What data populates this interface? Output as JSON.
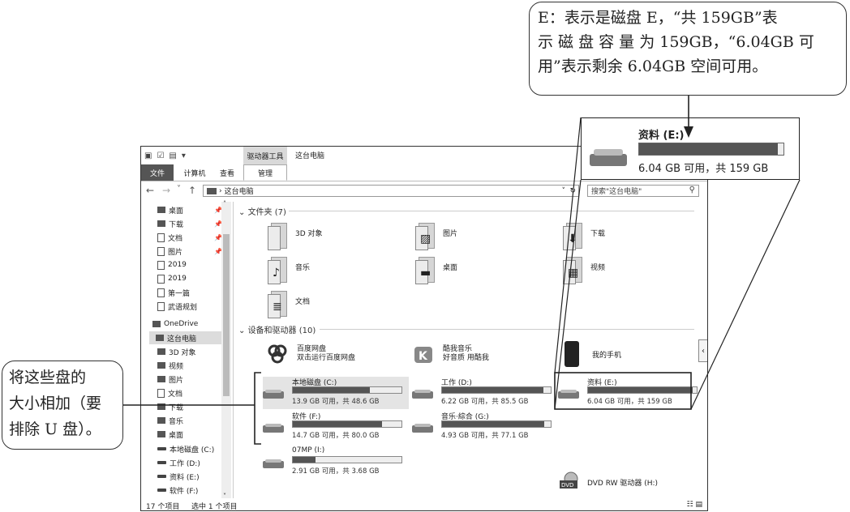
{
  "callouts": {
    "top": {
      "lines": [
        "E：表示是磁盘 E，“共 159GB”表",
        "示 磁 盘 容 量 为 159GB，“6.04GB 可",
        "用”表示剩余 6.04GB 空间可用。"
      ]
    },
    "left": {
      "lines": [
        "将这些盘的",
        "大小相加（要",
        "排除 U 盘）。"
      ]
    }
  },
  "window": {
    "qat_icons": [
      "▣",
      "☑",
      "▤",
      "▾"
    ],
    "context_title": "驱动器工具",
    "title": "这台电脑",
    "tabs": {
      "file": "文件",
      "computer": "计算机",
      "view": "查看",
      "manage": "管理"
    },
    "nav": {
      "back": "←",
      "forward": "→",
      "recent": "˅",
      "up": "↑"
    },
    "address": "这台电脑",
    "address_prefix": "›",
    "address_dropdown": "˅",
    "refresh": "↻",
    "search_placeholder": "搜索\"这台电脑\"",
    "search_icon": "⚲"
  },
  "sidebar": {
    "pin_glyph": "📌",
    "items": [
      {
        "label": "桌面",
        "pinned": true
      },
      {
        "label": "下载",
        "pinned": true
      },
      {
        "label": "文档",
        "pinned": true
      },
      {
        "label": "图片",
        "pinned": true
      },
      {
        "label": "2019",
        "pinned": false
      },
      {
        "label": "2019",
        "pinned": false
      },
      {
        "label": "第一篇",
        "pinned": false
      },
      {
        "label": "武语规划",
        "pinned": false
      },
      {
        "label": "OneDrive",
        "pinned": false
      },
      {
        "label": "这台电脑",
        "pinned": false,
        "selected": true
      },
      {
        "label": "3D 对象",
        "pinned": false
      },
      {
        "label": "视频",
        "pinned": false
      },
      {
        "label": "图片",
        "pinned": false
      },
      {
        "label": "文档",
        "pinned": false
      },
      {
        "label": "下载",
        "pinned": false
      },
      {
        "label": "音乐",
        "pinned": false
      },
      {
        "label": "桌面",
        "pinned": false
      },
      {
        "label": "本地磁盘 (C:)",
        "pinned": false
      },
      {
        "label": "工作 (D:)",
        "pinned": false
      },
      {
        "label": "资料 (E:)",
        "pinned": false
      },
      {
        "label": "软件 (F:)",
        "pinned": false
      }
    ]
  },
  "folders_group": {
    "title": "文件夹 (7)",
    "items": [
      {
        "label": "3D 对象",
        "icon": "cube-icon",
        "glyph": ""
      },
      {
        "label": "图片",
        "icon": "picture-icon",
        "glyph": "▨"
      },
      {
        "label": "下载",
        "icon": "download-icon",
        "glyph": "⬇"
      },
      {
        "label": "音乐",
        "icon": "music-icon",
        "glyph": "♪"
      },
      {
        "label": "桌面",
        "icon": "desktop-icon",
        "glyph": "▬"
      },
      {
        "label": "视频",
        "icon": "video-icon",
        "glyph": "▦"
      },
      {
        "label": "文档",
        "icon": "document-icon",
        "glyph": "≣"
      }
    ]
  },
  "devices_group": {
    "title": "设备和驱动器 (10)",
    "apps": [
      {
        "name": "百度网盘",
        "desc": "双击运行百度网盘"
      },
      {
        "name": "酷我音乐",
        "desc": "好音质 用酷我"
      },
      {
        "name": "我的手机",
        "desc": ""
      }
    ],
    "drives": [
      {
        "name": "本地磁盘 (C:)",
        "info": "13.9 GB 可用，共 48.6 GB",
        "used_fraction": 0.71,
        "selected": true
      },
      {
        "name": "工作 (D:)",
        "info": "6.22 GB 可用，共 85.5 GB",
        "used_fraction": 0.93
      },
      {
        "name": "资料 (E:)",
        "info": "6.04 GB 可用，共 159 GB",
        "used_fraction": 0.96
      },
      {
        "name": "软件 (F:)",
        "info": "14.7 GB 可用，共 80.0 GB",
        "used_fraction": 0.82
      },
      {
        "name": "音乐·綜合 (G:)",
        "info": "4.93 GB 可用，共 77.1 GB",
        "used_fraction": 0.94
      },
      {
        "name": "07MP (I:)",
        "info": "2.91 GB 可用，共 3.68 GB",
        "used_fraction": 0.21
      }
    ],
    "dvd": {
      "name": "DVD RW 驱动器 (H:)",
      "badge": "DVD"
    }
  },
  "statusbar": {
    "count": "17 个项目",
    "selected": "选中 1 个项目",
    "view_icons": "☷ ▤"
  },
  "collapse_glyph": "‹",
  "scroll_up": "˄",
  "scroll_down": "˅",
  "inset": {
    "name": "资料 (E:)",
    "info": "6.04 GB 可用，共 159 GB",
    "used_fraction": 0.96
  }
}
